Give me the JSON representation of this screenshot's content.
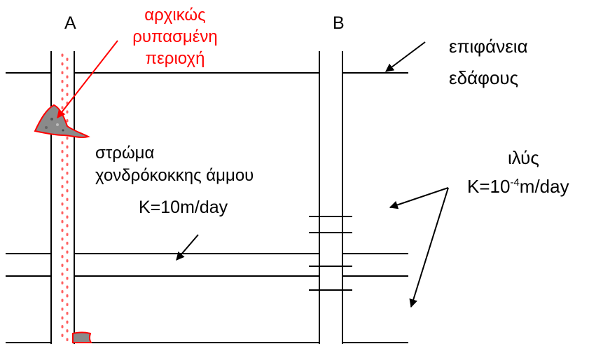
{
  "wells": {
    "a_label": "A",
    "b_label": "B"
  },
  "contamination": {
    "lines": [
      "αρχικώς",
      "ρυπασμένη",
      "περιοχή"
    ],
    "color": "#ff0000"
  },
  "surface": {
    "lines": [
      "επιφάνεια",
      "εδάφους"
    ]
  },
  "sand_layer": {
    "lines": [
      "στρώμα",
      "χονδρόκοκκης άμμου"
    ],
    "k": "K=10m/day"
  },
  "silt": {
    "name": "ιλύς",
    "k_prefix": "K=10",
    "k_exp": "-4",
    "k_suffix": "m/day"
  },
  "colors": {
    "line": "#000000",
    "contaminant_dots": "#ff6060",
    "blob_fill": "#8a8a8a"
  }
}
